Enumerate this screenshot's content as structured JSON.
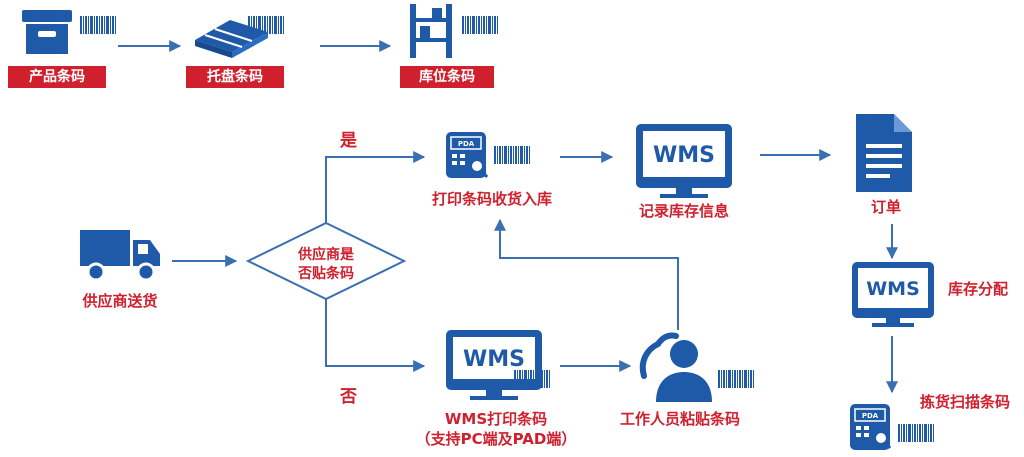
{
  "top_row": {
    "product_label": "产品条码",
    "pallet_label": "托盘条码",
    "location_label": "库位条码"
  },
  "flow": {
    "supplier_delivery": "供应商送货",
    "decision_line1": "供应商是",
    "decision_line2": "否贴条码",
    "yes": "是",
    "no": "否",
    "print_receive": "打印条码收货入库",
    "record_inventory": "记录库存信息",
    "order": "订单",
    "inventory_allocation": "库存分配",
    "picking_scan": "拣货扫描条码",
    "wms_print_line1": "WMS打印条码",
    "wms_print_line2": "（支持PC端及PAD端）",
    "worker_apply": "工作人员粘贴条码",
    "wms_text": "WMS",
    "pda_text": "PDA"
  },
  "colors": {
    "blue": "#1e5aa8",
    "red": "#d0202e",
    "line": "#3b6fb3"
  }
}
